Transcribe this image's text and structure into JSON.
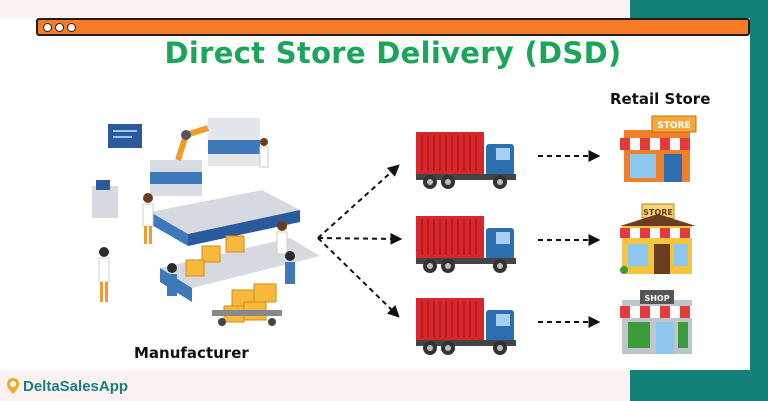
{
  "title": "Direct Store Delivery (DSD)",
  "labels": {
    "manufacturer": "Manufacturer",
    "retail_store": "Retail Store"
  },
  "stores": {
    "store1_sign": "STORE",
    "store2_sign": "STORE",
    "store3_sign": "SHOP"
  },
  "brand": {
    "name": "DeltaSalesApp"
  },
  "colors": {
    "title": "#1aa55a",
    "titlebar": "#f57c24",
    "teal": "#13807a",
    "truck_container": "#d9262c",
    "truck_cab": "#2c6fb0"
  },
  "icons": [
    "factory-illustration",
    "truck-icon",
    "store-icon",
    "arrow-icon",
    "location-pin-icon"
  ]
}
